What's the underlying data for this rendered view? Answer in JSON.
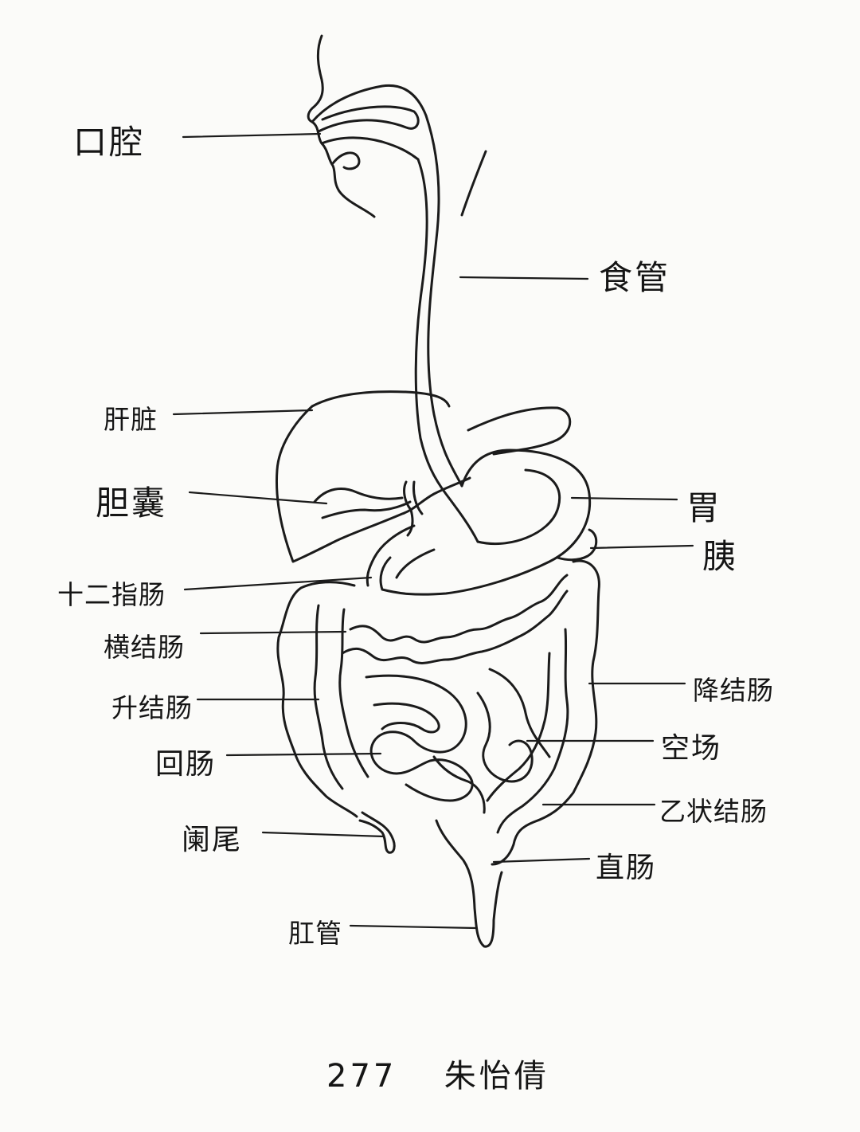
{
  "labels": {
    "mouth": "口腔",
    "esophagus": "食管",
    "liver": "肝脏",
    "gallbladder": "胆囊",
    "stomach": "胃",
    "pancreas": "胰",
    "duodenum": "十二指肠",
    "transverse_colon": "横结肠",
    "descending_colon": "降结肠",
    "ascending_colon": "升结肠",
    "jejunum": "空场",
    "ileum": "回肠",
    "sigmoid_colon": "乙状结肠",
    "appendix": "阑尾",
    "rectum": "直肠",
    "anus": "肛管"
  },
  "signature": {
    "number": "277",
    "name": "朱怡倩"
  }
}
